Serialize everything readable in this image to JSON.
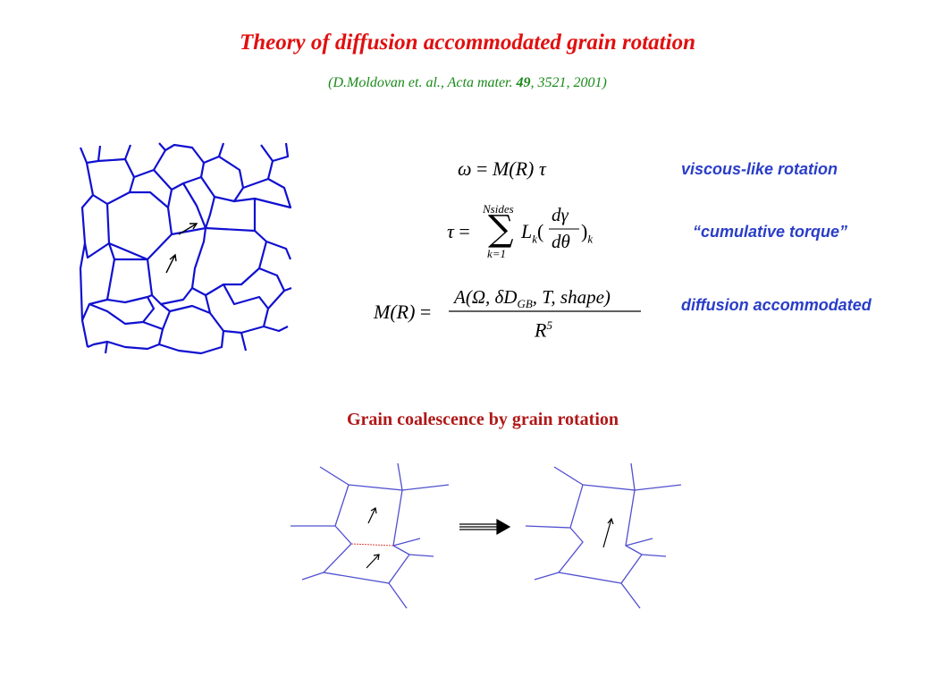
{
  "title": "Theory of diffusion accommodated grain rotation",
  "citation": {
    "prefix": "(D.Moldovan et. al., Acta mater. ",
    "volume": "49",
    "suffix": ", 3521, 2001)"
  },
  "equations": {
    "eq1": {
      "lhs": "ω",
      "rhs": "M(R) τ",
      "label": "viscous-like rotation"
    },
    "eq2": {
      "lhs": "τ",
      "sum_upper": "Nsides",
      "sum_lower": "k=1",
      "term": "L",
      "term_sub": "k",
      "frac_num": "dγ",
      "frac_den": "dθ",
      "label": "“cumulative torque”"
    },
    "eq3": {
      "lhs": "M(R)",
      "num": "A(Ω, δD",
      "num_sub": "GB",
      "num_rest": ", T, shape)",
      "den": "R",
      "den_sup": "5",
      "label": "diffusion accommodated"
    }
  },
  "section_heading": "Grain coalescence by grain rotation",
  "colors": {
    "title": "#e01010",
    "citation": "#1a8a1a",
    "labels": "#2a3dc8",
    "grain_boundaries": "#1010d0",
    "diagram_lines": "#5050d0",
    "shared_boundary": "#e04040"
  }
}
